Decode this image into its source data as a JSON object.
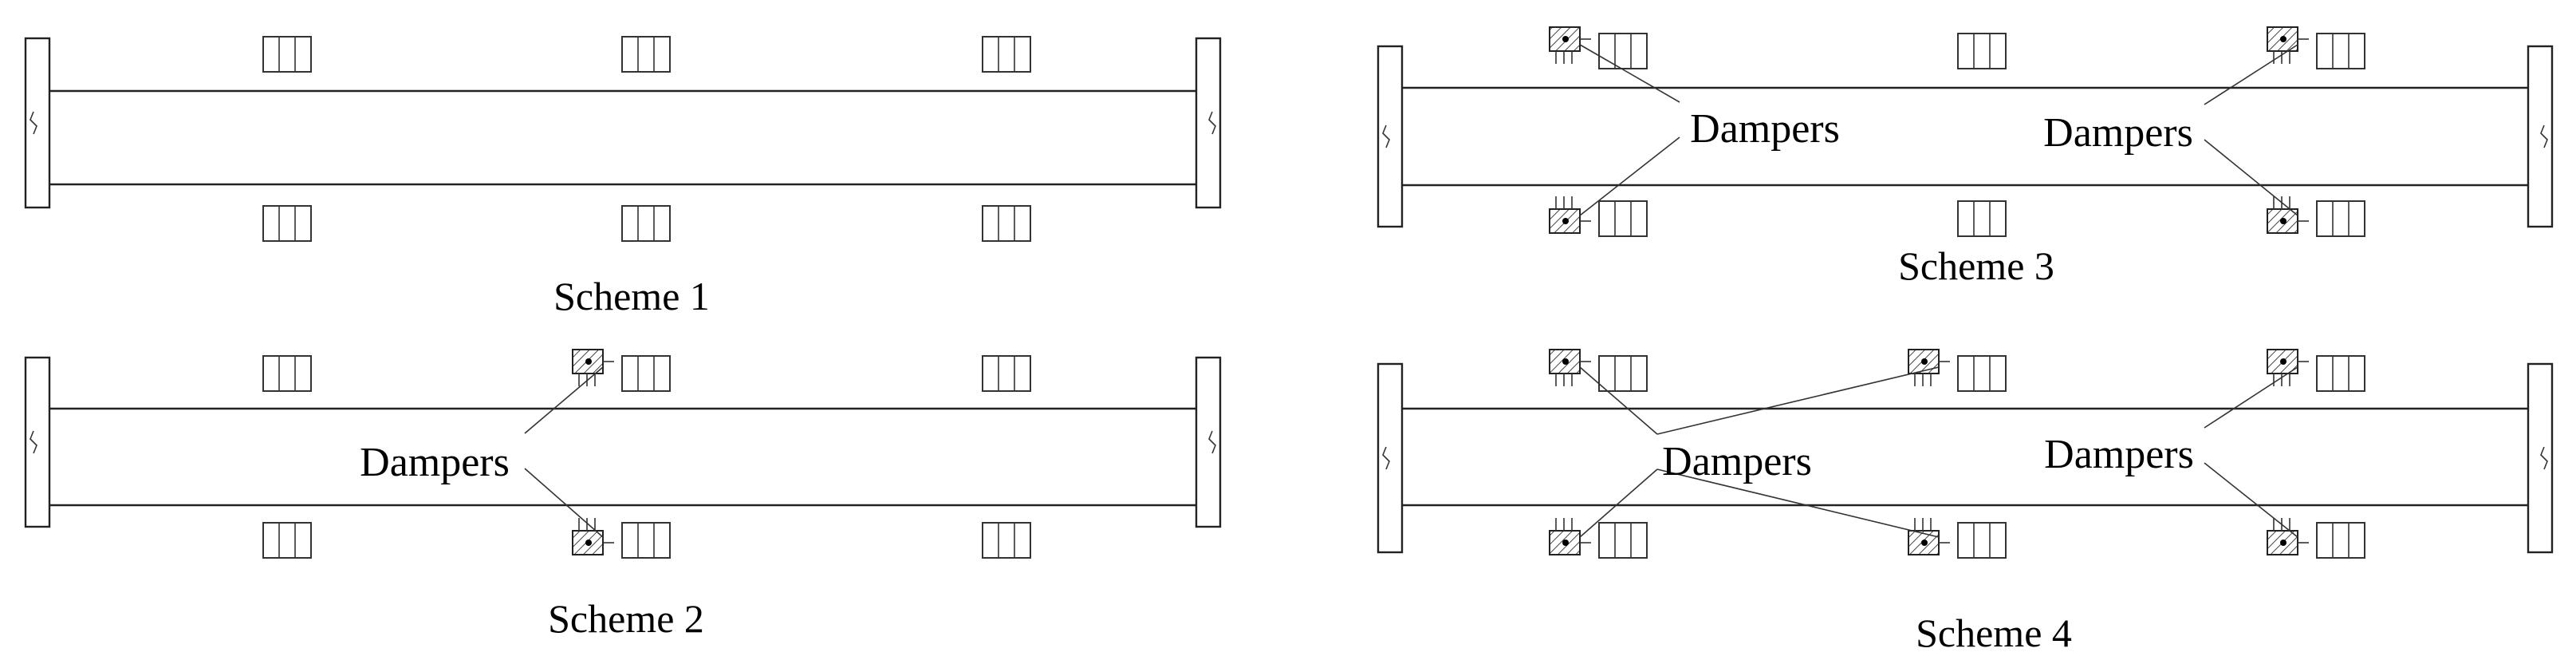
{
  "colors": {
    "line": "#222222",
    "hatch": "#444444",
    "text": "#000000",
    "background": "#ffffff"
  },
  "schemes": [
    {
      "caption": "Scheme 1",
      "damper_label": "",
      "damper_groups": []
    },
    {
      "caption": "Scheme 2",
      "damper_label": "Dampers",
      "damper_groups": [
        1
      ]
    },
    {
      "caption": "Scheme 3",
      "damper_label": "Dampers",
      "damper_groups": [
        0,
        2
      ]
    },
    {
      "caption": "Scheme 4",
      "damper_label": "Dampers",
      "damper_groups": [
        0,
        1,
        2
      ]
    }
  ]
}
